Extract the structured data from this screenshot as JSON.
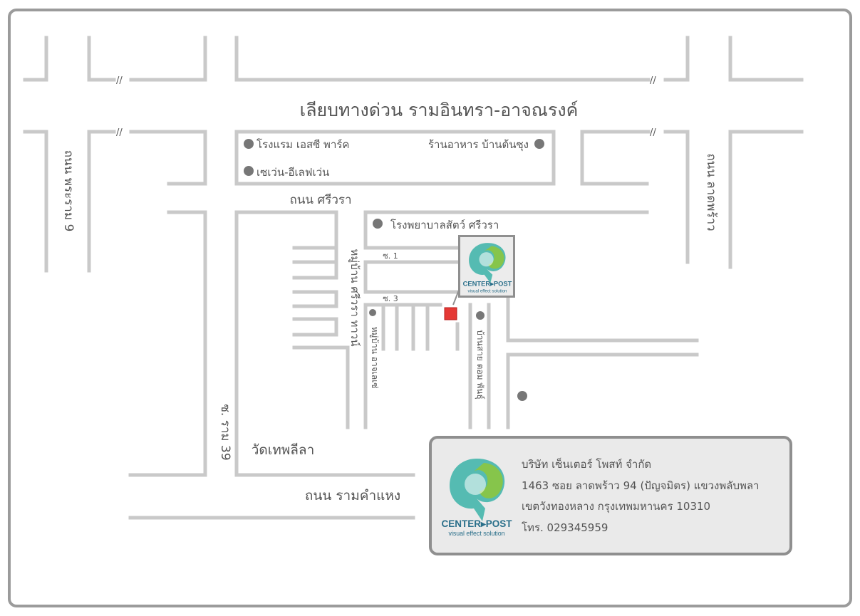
{
  "map": {
    "expressway": "เลียบทางด่วน รามอินทรา-อาจณรงค์",
    "srivara_road": "ถนน ศรีวรา",
    "ramkhamhaeng_road": "ถนน รามคำแหง",
    "wat_label": "วัดเทพลีลา",
    "soi_ram_39": "ซ. ราม 39",
    "soi_1": "ซ. 1",
    "soi_3": "ซ. 3",
    "left_vertical_road": "ถนน พระราม 9",
    "right_vertical_road": "ถนน ลาดพร้าว",
    "landmarks": {
      "hotel": "โรงแรม เอสซี พาร์ค",
      "restaurant": "ร้านอาหาร บ้านต้นซุง",
      "seven_eleven": "เซเว่น-อีเลฟเว่น",
      "animal_hospital": "โรงพยาบาลสัตว์ ศรีวรา",
      "villa_a": "หมู่บ้าน ศรีวรา ทาวน์",
      "villa_b": "หมู่บ้าน อาจเลเซ่",
      "villa_c": "บ้านสาย ตอม พันธุ์"
    }
  },
  "brand": {
    "name_part1": "CENTER",
    "name_part2": "POST",
    "tagline": "visual effect solution",
    "accent_green": "#8cc63f",
    "accent_teal": "#3bb3a8",
    "accent_blue": "#2a6f8a"
  },
  "marker_color": "#e53935",
  "company": {
    "name": "บริษัท เซ็นเตอร์ โพสท์ จำกัด",
    "address_line1": "1463 ซอย ลาดพร้าว 94 (ปัญจมิตร) แขวงพลับพลา",
    "address_line2": "เขตวังทองหลาง กรุงเทพมหานคร 10310",
    "phone": "โทร. 029345959"
  }
}
